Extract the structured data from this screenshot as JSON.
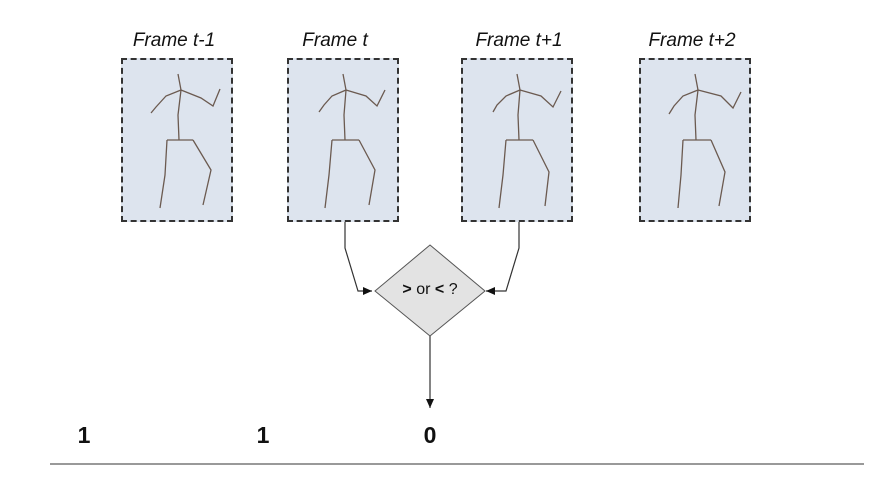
{
  "frames": [
    {
      "label": "Frame t-1"
    },
    {
      "label": "Frame t"
    },
    {
      "label": "Frame t+1"
    },
    {
      "label": "Frame t+2"
    }
  ],
  "comparator": {
    "gt_symbol": ">",
    "text": "or",
    "lt_symbol": "<",
    "question": "?"
  },
  "results": [
    "1",
    "1",
    "0"
  ],
  "colors": {
    "frame_fill": "#dde4ee",
    "diamond_fill": "#e3e3e3",
    "stroke": "#333333",
    "skeleton": "#6b5a50"
  }
}
